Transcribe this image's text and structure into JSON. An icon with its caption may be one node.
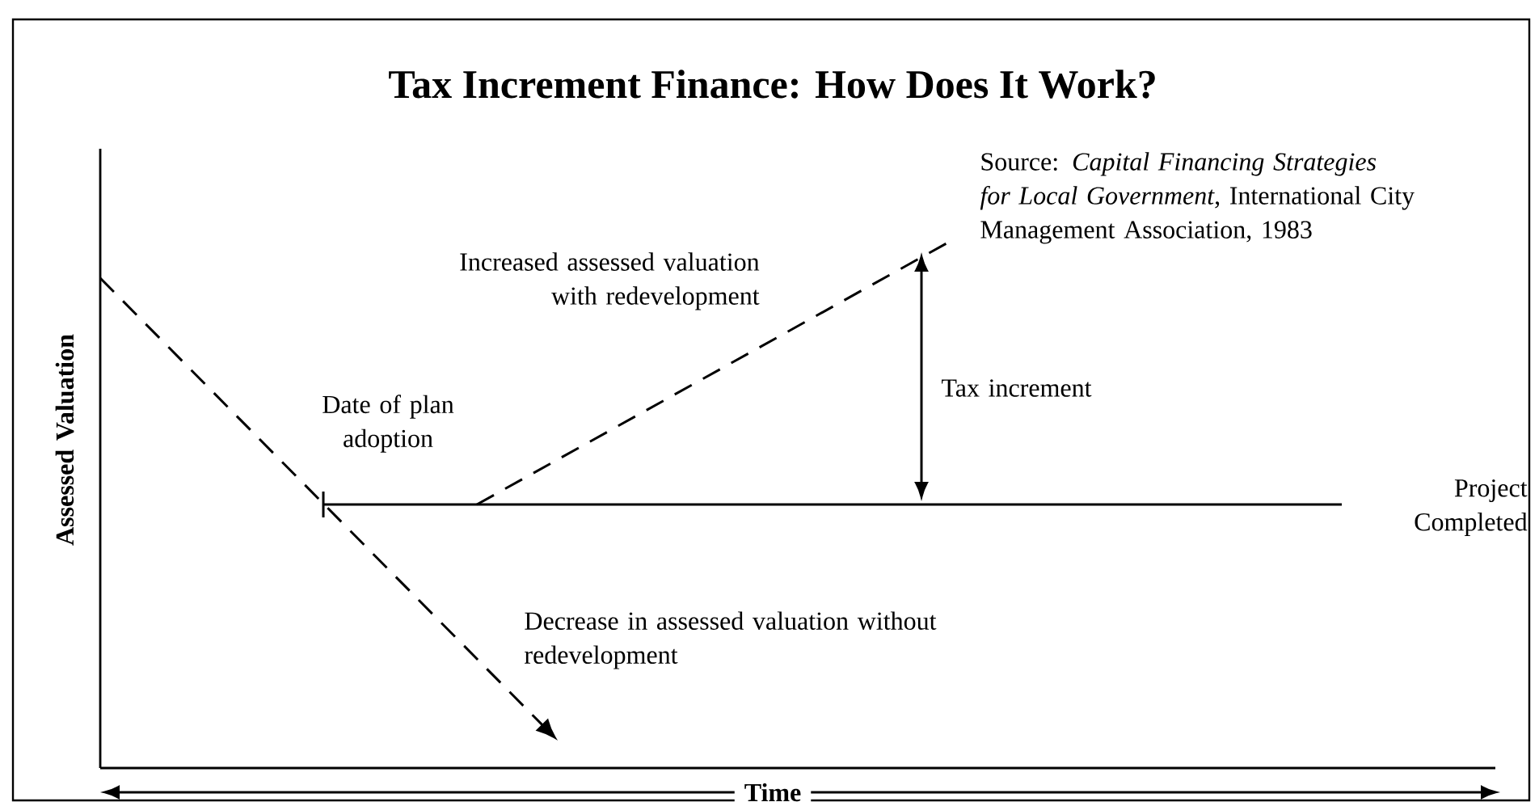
{
  "diagram": {
    "title": "Tax Increment Finance: How Does It Work?",
    "labels": [
      "Source: *Capital Financing Strategies for Local Government*, International City Management Association, 1983",
      "Increased assessed valuation with redevelopment",
      "Tax increment",
      "Date of plan adoption",
      "Project Completed",
      "Decrease in assessed valuation without redevelopment",
      "Assessed Valuation",
      "Time"
    ]
  }
}
